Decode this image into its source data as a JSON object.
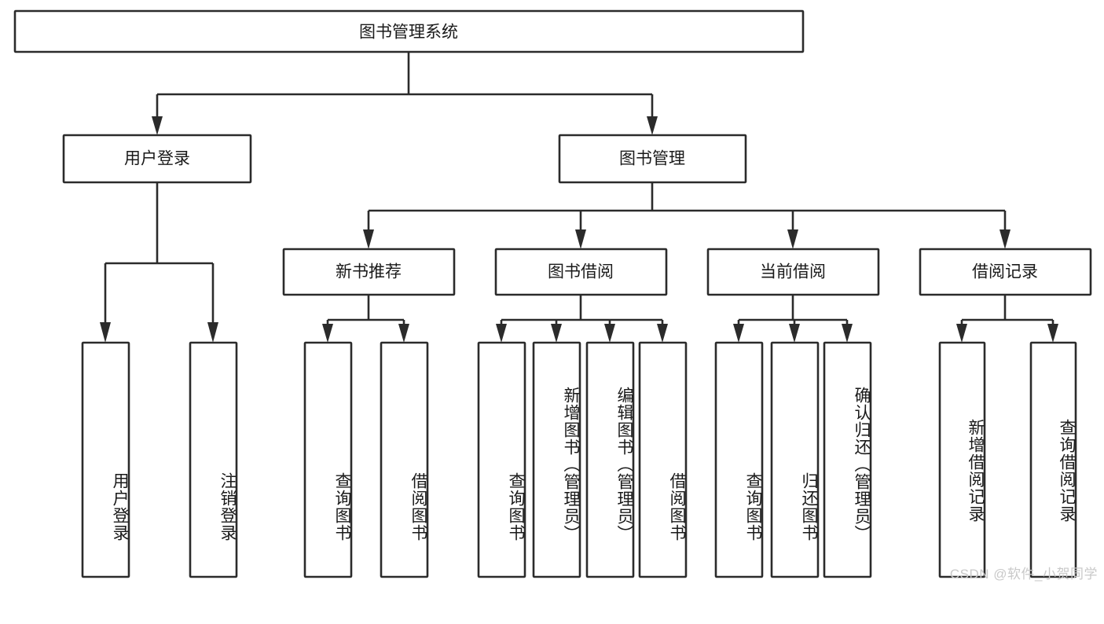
{
  "diagram": {
    "type": "tree-hierarchy",
    "title": "图书管理系统",
    "root": {
      "label": "图书管理系统"
    },
    "level2": [
      {
        "label": "用户登录"
      },
      {
        "label": "图书管理"
      }
    ],
    "level3": [
      {
        "label": "新书推荐"
      },
      {
        "label": "图书借阅"
      },
      {
        "label": "当前借阅"
      },
      {
        "label": "借阅记录"
      }
    ],
    "leaves": {
      "user_login": [
        {
          "label": "用户登录"
        },
        {
          "label": "注销登录"
        }
      ],
      "new_book_recommend": [
        {
          "label": "查询图书"
        },
        {
          "label": "借阅图书"
        }
      ],
      "book_borrow": [
        {
          "label": "查询图书"
        },
        {
          "label": "新增图书（管理员）"
        },
        {
          "label": "编辑图书（管理员）"
        },
        {
          "label": "借阅图书"
        }
      ],
      "current_borrow": [
        {
          "label": "查询图书"
        },
        {
          "label": "归还图书"
        },
        {
          "label": "确认归还（管理员）"
        }
      ],
      "borrow_record": [
        {
          "label": "新增借阅记录"
        },
        {
          "label": "查询借阅记录"
        }
      ]
    }
  },
  "watermark": {
    "text": "CSDN @软件_小贺同学"
  },
  "colors": {
    "stroke": "#2b2b2b",
    "fill": "#ffffff",
    "text": "#1a1a1a",
    "watermark": "#c9c9c9"
  }
}
